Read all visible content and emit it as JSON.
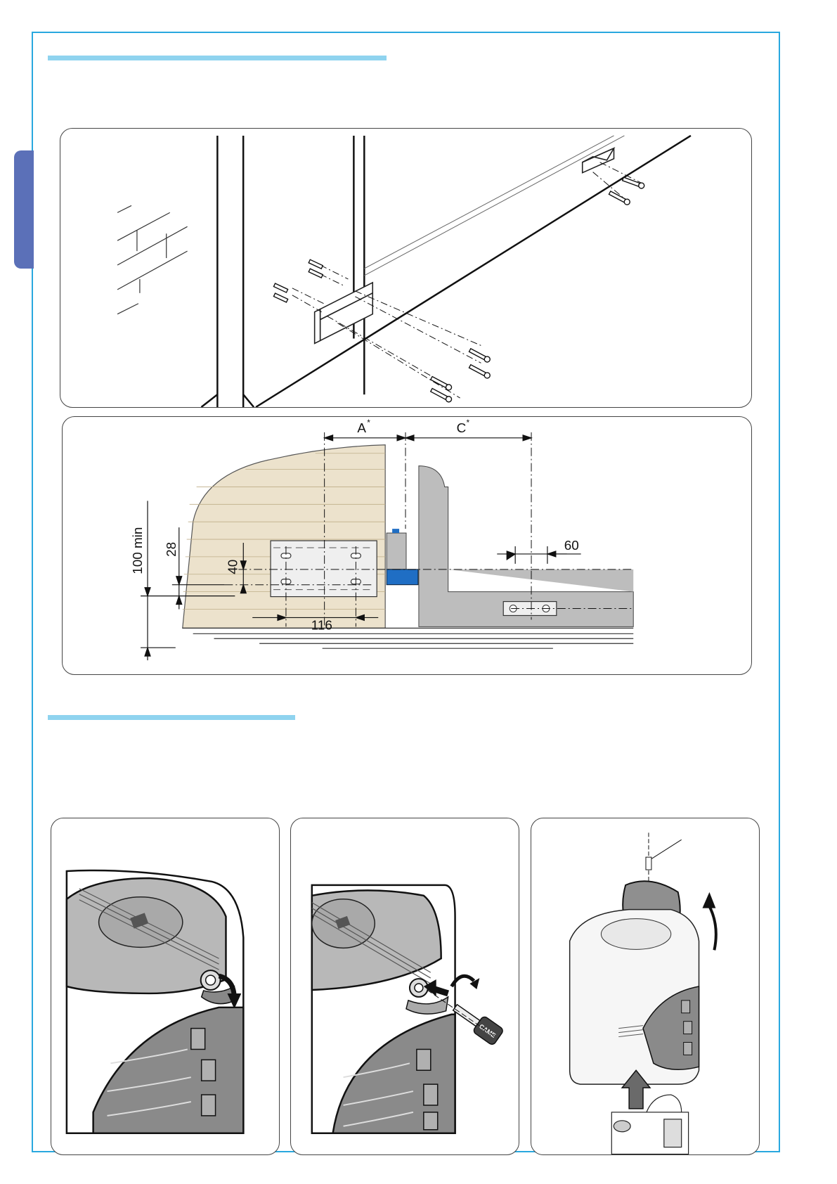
{
  "dimensions": {
    "a_label": "A",
    "c_label": "C",
    "asterisk": "*",
    "dim_60": "60",
    "dim_100min": "100 min",
    "dim_28": "28",
    "dim_40": "40",
    "dim_116": "116"
  },
  "logos": {
    "key_brand": "CAME"
  },
  "colors": {
    "frame": "#29a8df",
    "title_bar": "#8fd3ef",
    "side_tab": "#5b70b8",
    "brick": "#ece2cc",
    "gate_grey": "#bdbdbd",
    "actuator_blue": "#1f6ec4"
  }
}
